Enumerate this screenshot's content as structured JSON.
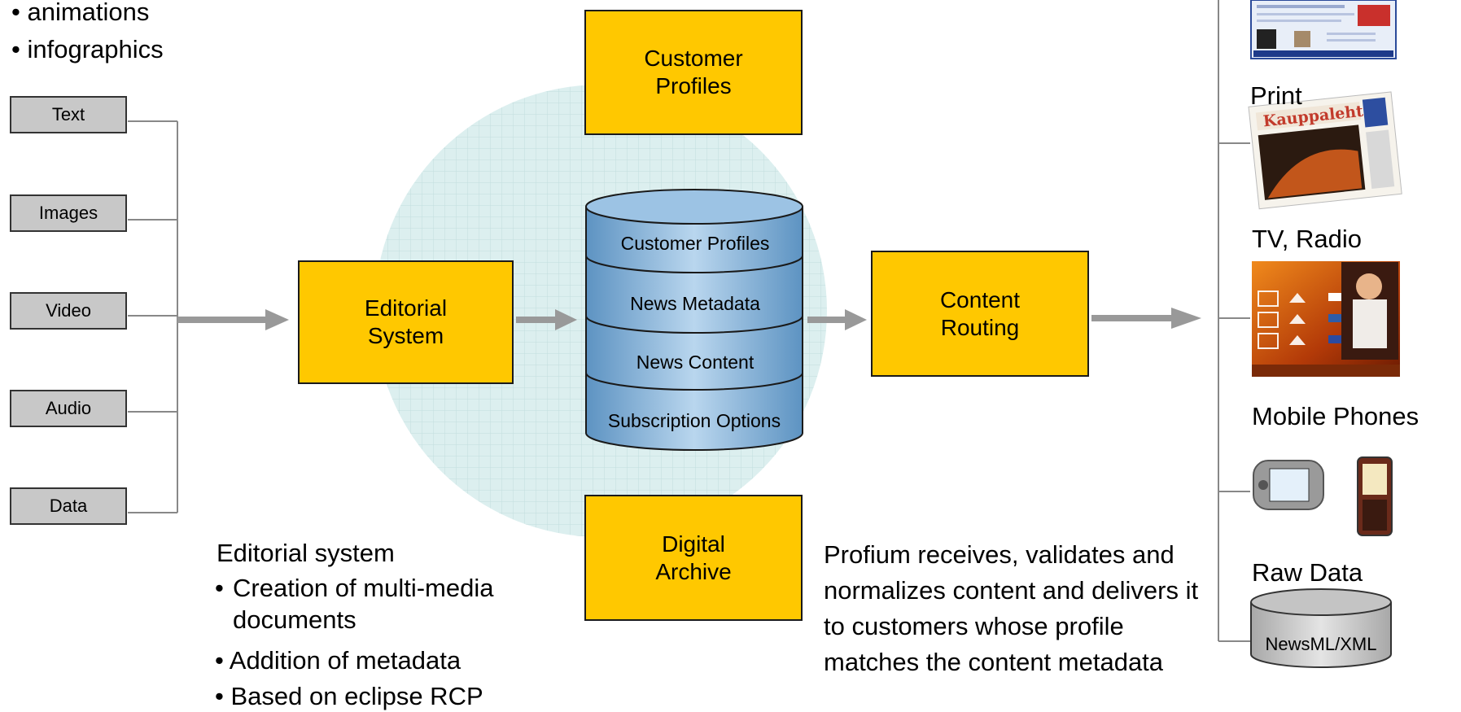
{
  "top_bullets": [
    "animations",
    "infographics"
  ],
  "sources": [
    "Text",
    "Images",
    "Video",
    "Audio",
    "Data"
  ],
  "boxes": {
    "customer_profiles": "Customer Profiles",
    "editorial_system": "Editorial System",
    "content_routing": "Content Routing",
    "digital_archive": "Digital Archive"
  },
  "database_layers": [
    "Customer Profiles",
    "News Metadata",
    "News Content",
    "Subscription Options"
  ],
  "editorial_caption": {
    "title": "Editorial system",
    "bullets": [
      "Creation of multi-media documents",
      "Addition of metadata",
      "Based on eclipse RCP"
    ]
  },
  "routing_caption": "Profium receives, validates and normalizes content and delivers it to customers whose profile matches the content metadata",
  "outputs": {
    "print": "Print",
    "print_image_title": "Kauppalehti",
    "tv_radio": "TV, Radio",
    "mobile": "Mobile Phones",
    "raw_data": "Raw Data",
    "raw_data_format": "NewsML/XML"
  },
  "colors": {
    "box_fill": "#ffc800",
    "source_fill": "#c8c8c8",
    "circle_fill": "#d8ecee",
    "db_fill": "#7aaed6",
    "arrow": "#999999"
  }
}
